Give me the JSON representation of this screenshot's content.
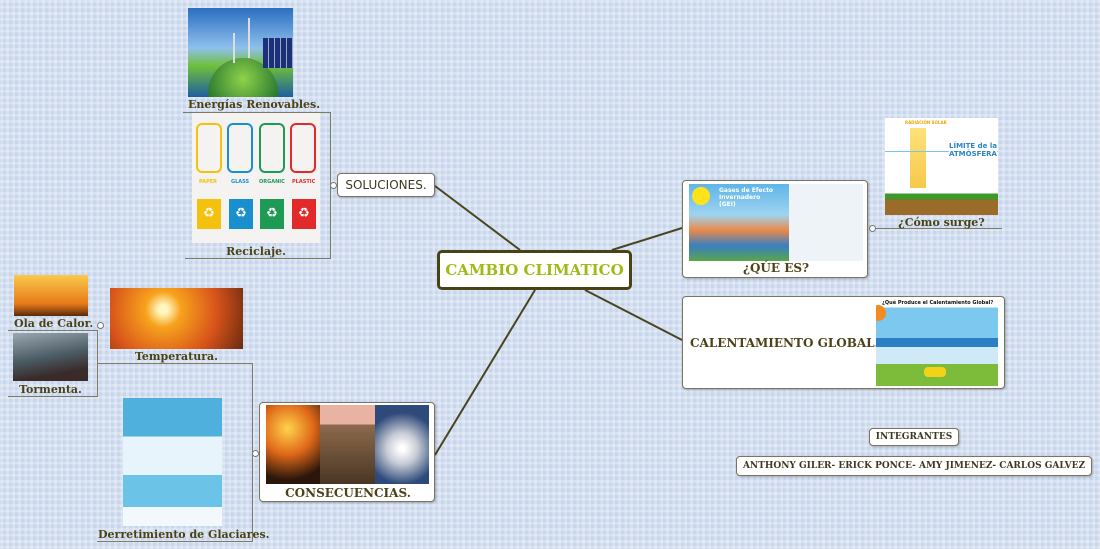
{
  "central": {
    "title": "CAMBIO CLIMATICO",
    "color": "#9dbb16"
  },
  "solutions": {
    "label": "SOLUCIONES.",
    "children": [
      {
        "label": "Energías Renovables."
      },
      {
        "label": "Reciclaje.",
        "bins": [
          "PAPER",
          "GLASS",
          "ORGANIC",
          "PLASTIC"
        ],
        "bin_colors": [
          "#f4c20d",
          "#1a8fd0",
          "#1d9b55",
          "#e22a2a"
        ]
      }
    ]
  },
  "what_is": {
    "label": "¿QÚE ES?",
    "image_title": "Gases de Efecto Invernadero (GEI)",
    "child": {
      "label": "¿Cómo surge?",
      "image_texts": [
        "RADIACIÓN SOLAR",
        "LÍMITE de la ATMÓSFERA"
      ]
    }
  },
  "global_warming": {
    "label": "CALENTAMIENTO GLOBAL.",
    "image_title": "¿Qué Produce el Calentamiento Global?"
  },
  "consequences": {
    "label": "CONSECUENCIAS.",
    "children": [
      {
        "label": "Temperatura.",
        "children": [
          {
            "label": "Ola de Calor."
          },
          {
            "label": "Tormenta."
          }
        ]
      },
      {
        "label": "Derretimiento de Glaciares."
      }
    ]
  },
  "members": {
    "title": "INTEGRANTES",
    "names": "ANTHONY GILER- ERICK PONCE- AMY JIMENEZ- CARLOS GALVEZ"
  }
}
